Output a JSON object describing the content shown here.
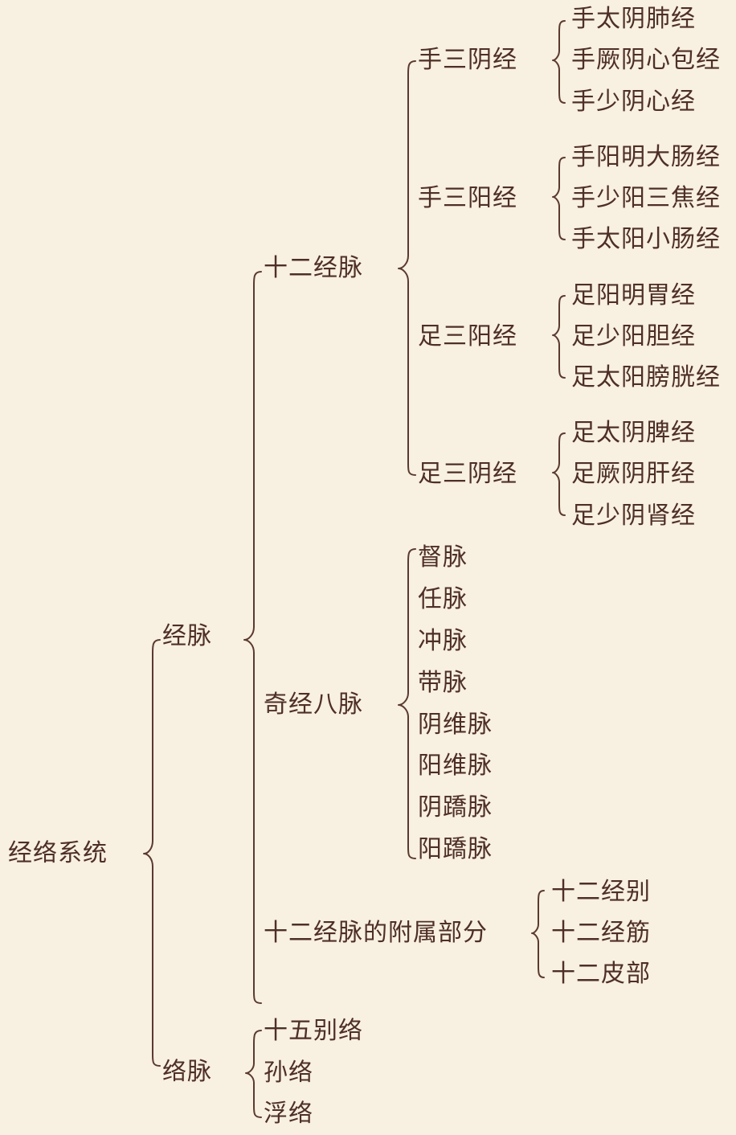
{
  "root": "经络系统",
  "jingmai": {
    "label": "经脉",
    "shier_jingmai": {
      "label": "十二经脉",
      "shou_san_yin": {
        "label": "手三阴经",
        "items": [
          "手太阴肺经",
          "手厥阴心包经",
          "手少阴心经"
        ]
      },
      "shou_san_yang": {
        "label": "手三阳经",
        "items": [
          "手阳明大肠经",
          "手少阳三焦经",
          "手太阳小肠经"
        ]
      },
      "zu_san_yang": {
        "label": "足三阳经",
        "items": [
          "足阳明胃经",
          "足少阳胆经",
          "足太阳膀胱经"
        ]
      },
      "zu_san_yin": {
        "label": "足三阴经",
        "items": [
          "足太阴脾经",
          "足厥阴肝经",
          "足少阴肾经"
        ]
      }
    },
    "qijing_bamai": {
      "label": "奇经八脉",
      "items": [
        "督脉",
        "任脉",
        "冲脉",
        "带脉",
        "阴维脉",
        "阳维脉",
        "阴蹻脉",
        "阳蹻脉"
      ]
    },
    "fushu": {
      "label": "十二经脉的附属部分",
      "items": [
        "十二经别",
        "十二经筋",
        "十二皮部"
      ]
    }
  },
  "luomai": {
    "label": "络脉",
    "items": [
      "十五别络",
      "孙络",
      "浮络"
    ]
  },
  "colors": {
    "background": "#f8f0e0",
    "text": "#4e2f27",
    "line": "#5a3a30"
  }
}
